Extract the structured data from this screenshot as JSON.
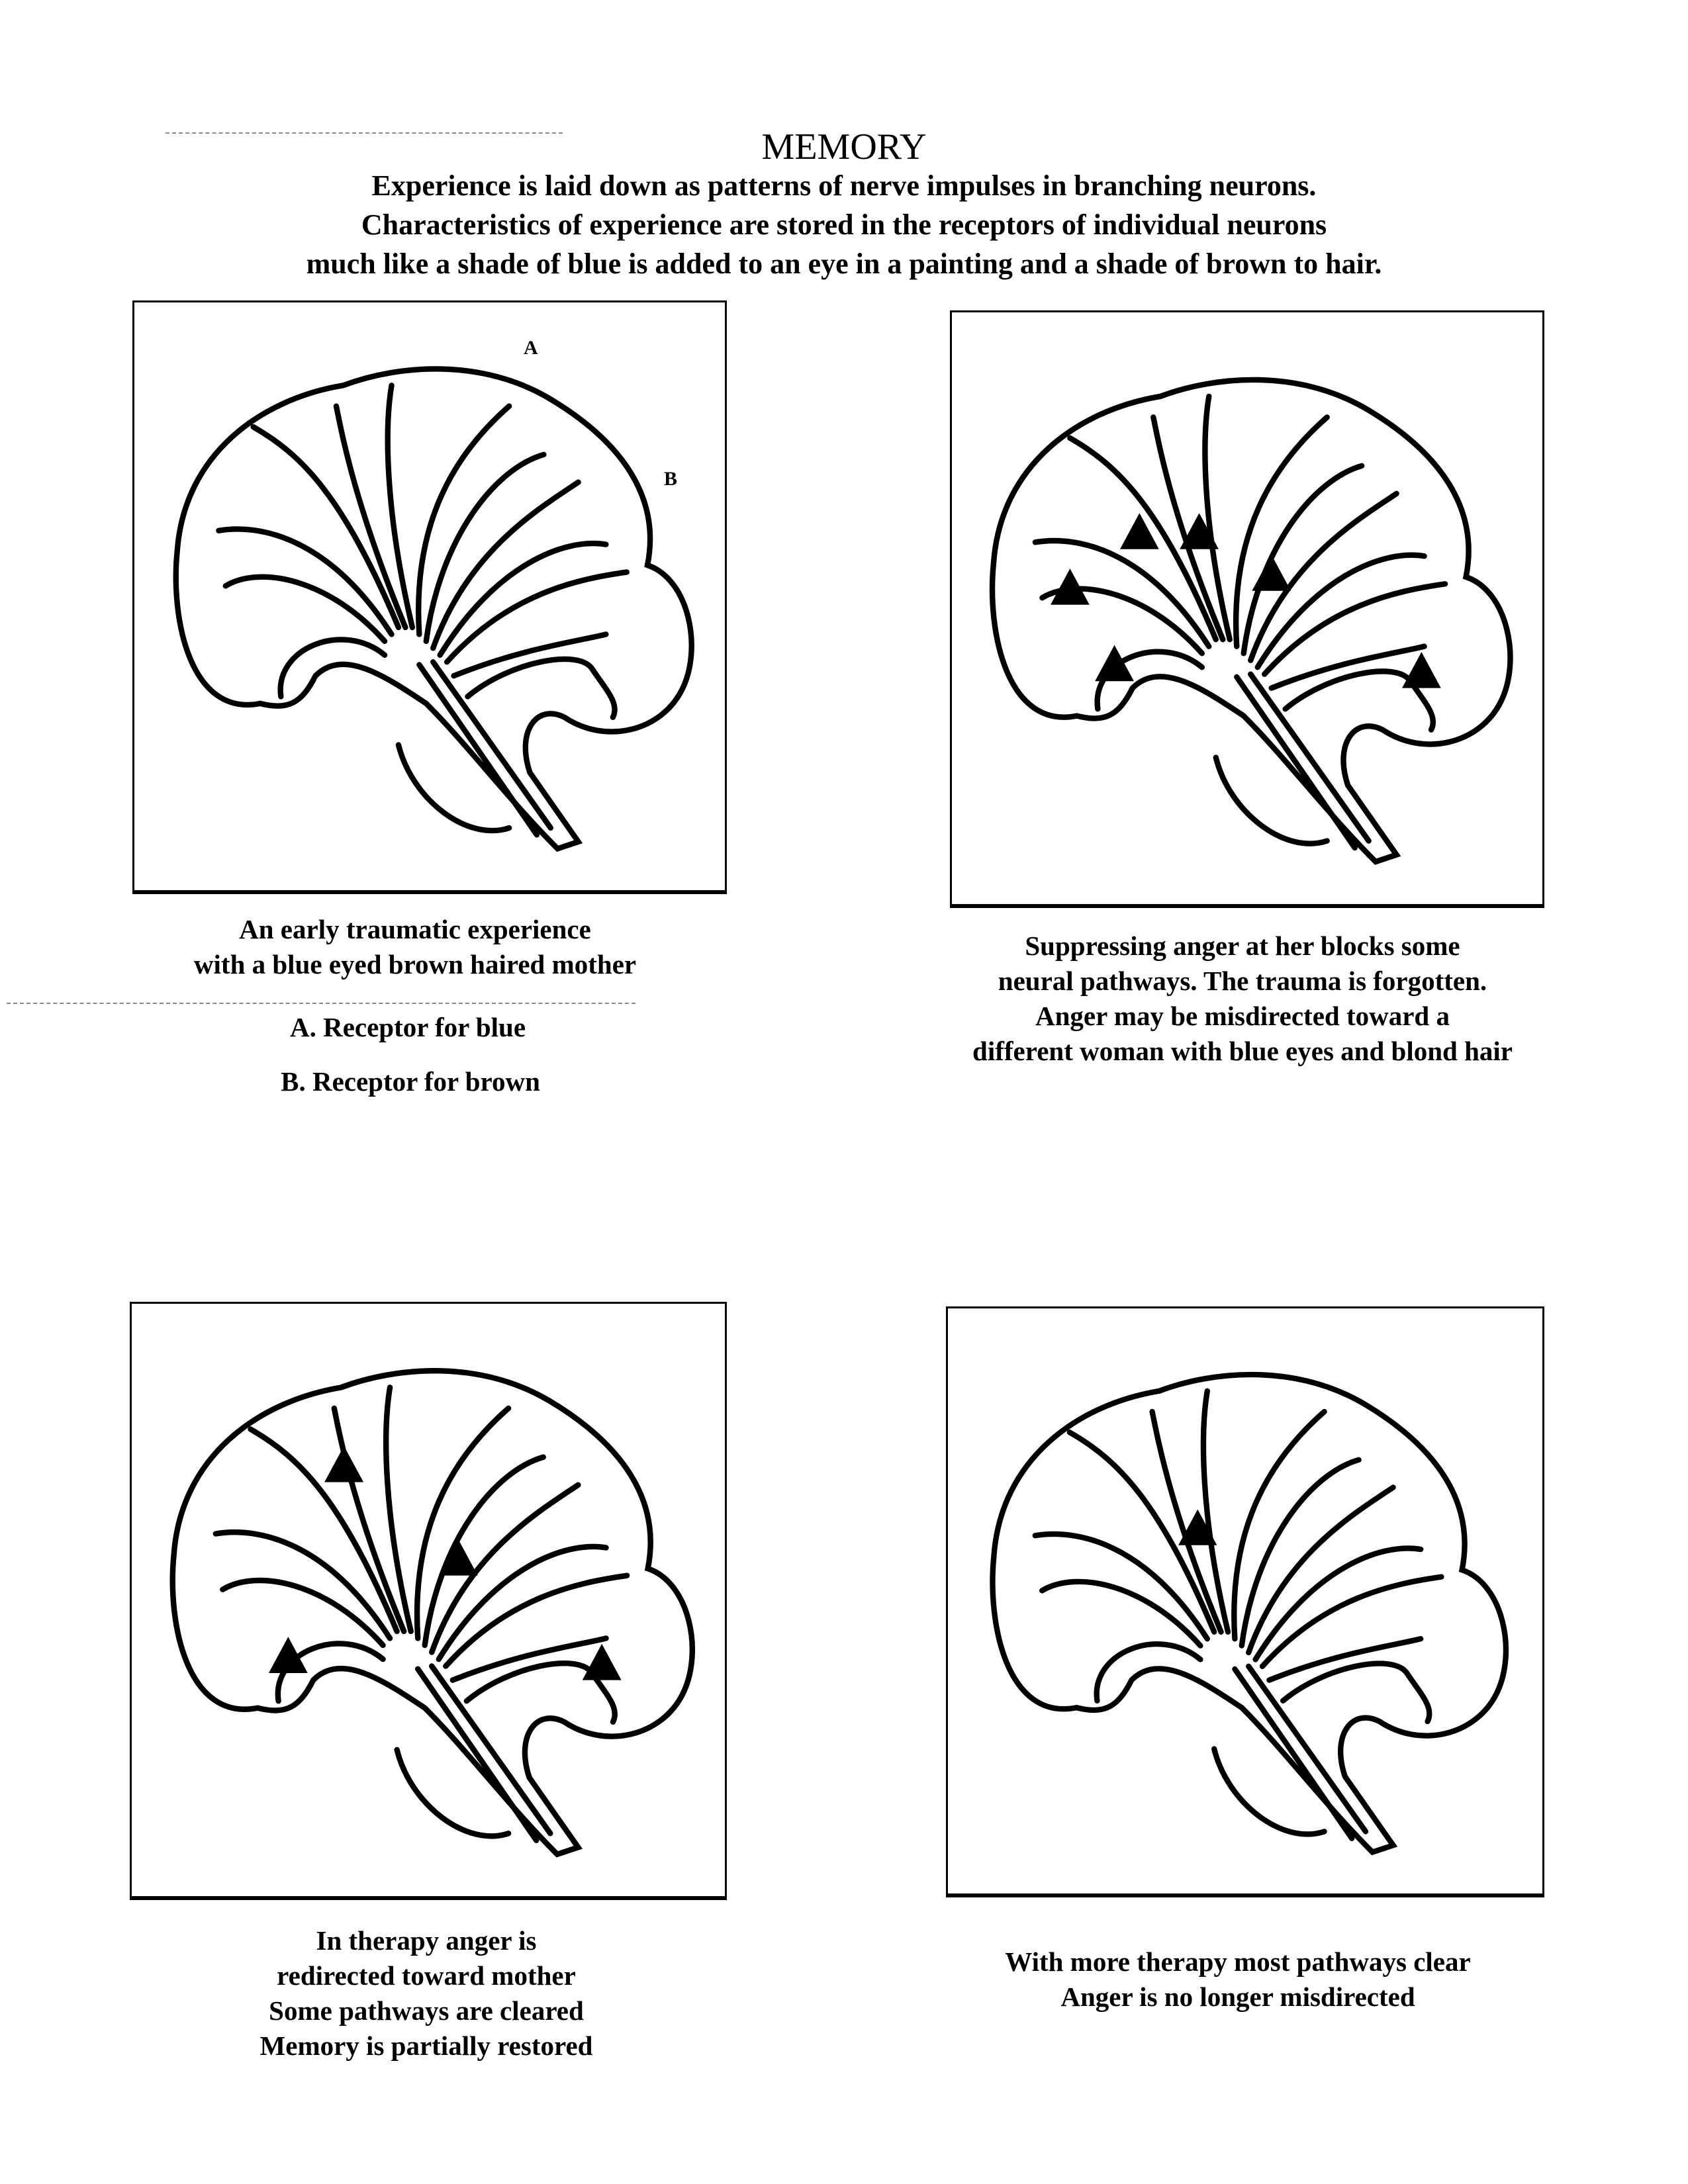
{
  "title": "MEMORY",
  "intro": [
    "Experience is laid down as patterns of nerve impulses in branching neurons.",
    "Characteristics of experience are stored in the receptors of individual neurons",
    "much like a shade of blue is added to an eye in a painting and a shade of brown to hair."
  ],
  "panels": [
    {
      "labels": {
        "a": "A",
        "b": "B"
      },
      "caption": [
        "An early traumatic experience",
        "with a blue eyed brown haired mother"
      ],
      "legend": [
        "A.  Receptor for blue",
        "B. Receptor for brown"
      ]
    },
    {
      "caption": [
        "Suppressing anger at her blocks some",
        "neural pathways. The trauma is forgotten.",
        "Anger may be misdirected toward a",
        "different woman with blue eyes and blond hair"
      ]
    },
    {
      "caption": [
        "In therapy anger is",
        "redirected toward mother",
        "Some pathways are cleared",
        "Memory is partially restored"
      ]
    },
    {
      "caption": [
        "With more therapy most pathways clear",
        "Anger is no longer misdirected"
      ]
    }
  ]
}
